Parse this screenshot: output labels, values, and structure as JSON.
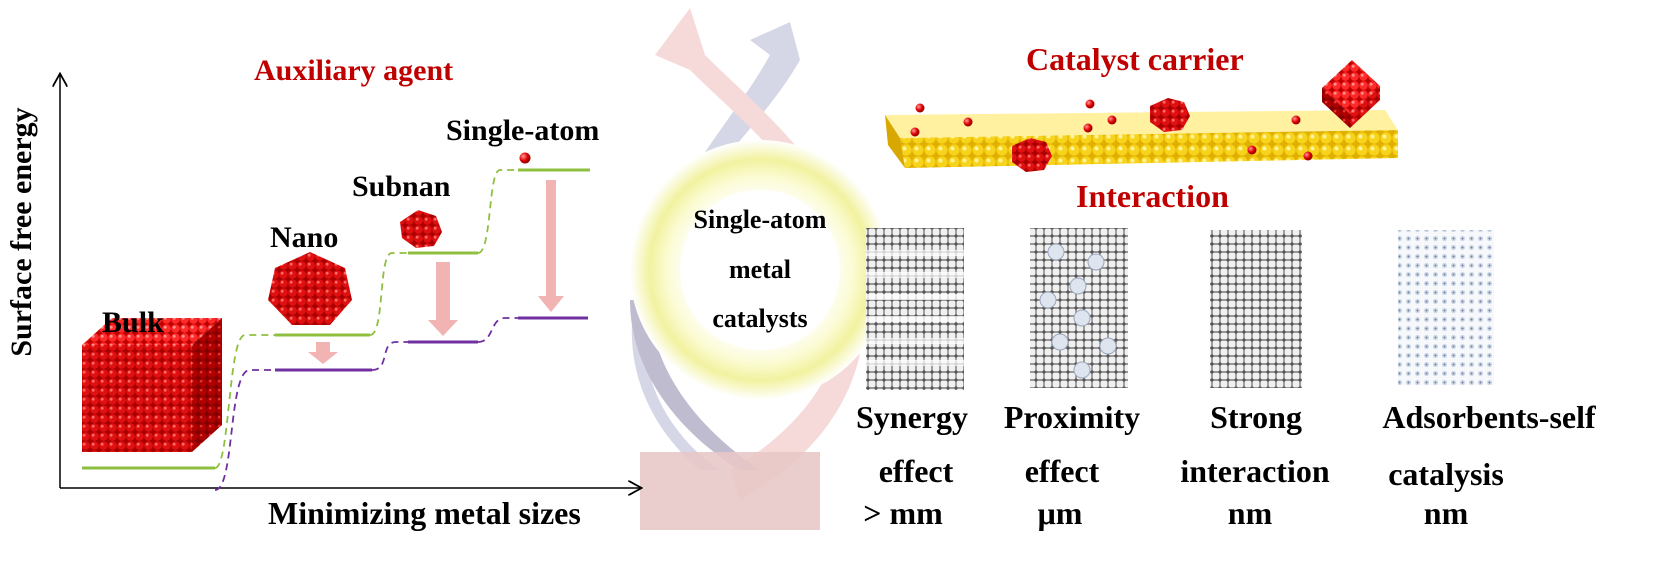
{
  "left_panel": {
    "y_axis_label": "Surface free energy",
    "x_axis_label": "Minimizing metal sizes",
    "auxiliary_label": "Auxiliary agent",
    "levels": [
      {
        "label": "Bulk"
      },
      {
        "label": "Nano"
      },
      {
        "label": "Subnan"
      },
      {
        "label": "Single-atom"
      }
    ]
  },
  "center": {
    "line1": "Single-atom",
    "line2": "metal",
    "line3": "catalysts"
  },
  "right_panel": {
    "carrier_label": "Catalyst carrier",
    "interaction_label": "Interaction",
    "effects": [
      {
        "title": "Synergy",
        "line2": "effect",
        "line3": "> mm"
      },
      {
        "title": "Proximity",
        "line2": "effect",
        "line3": "μm"
      },
      {
        "title": "Strong",
        "line2": "interaction",
        "line3": "nm"
      },
      {
        "title": "Adsorbents-self",
        "line2": "catalysis",
        "line3": "nm"
      }
    ]
  },
  "colors": {
    "red_label": "#c00000",
    "metal_red": "#d10000",
    "green_line": "#8fbf3f",
    "purple_line": "#7030a0",
    "arrow_pink": "#f0b0b0",
    "carrier_yellow": "#f5d020"
  }
}
